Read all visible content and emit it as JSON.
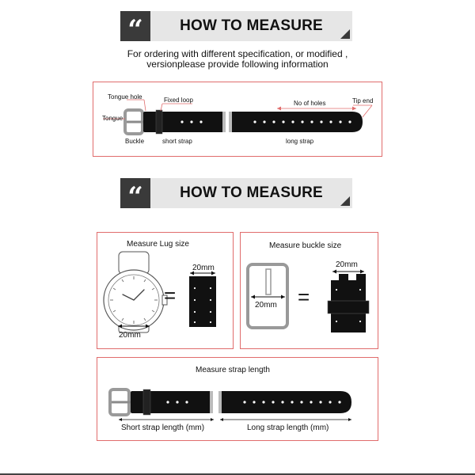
{
  "sections": [
    {
      "quote_glyph": "“",
      "title": "HOW TO MEASURE"
    },
    {
      "quote_glyph": "“",
      "title": "HOW TO MEASURE"
    }
  ],
  "intro": {
    "line1": "For ordering with different specification, or modified ,",
    "line2": "versionplease provide following information"
  },
  "anatomy": {
    "tongue_hole": "Tongue hole",
    "fixed_loop": "Fixed loop",
    "tongue": "Tongue",
    "buckle": "Buckle",
    "short_strap": "short strap",
    "no_of_holes": "No of holes",
    "tip_end": "Tip end",
    "long_strap": "long strap"
  },
  "lug": {
    "title": "Measure Lug size",
    "width_label": "20mm",
    "bottom_label": "20mm",
    "equals": "="
  },
  "buckle_size": {
    "title": "Measure buckle size",
    "width_label": "20mm",
    "inner_label": "20mm",
    "equals": "="
  },
  "strap_length": {
    "title": "Measure strap length",
    "short_label": "Short strap length (mm)",
    "long_label": "Long strap length (mm)"
  },
  "colors": {
    "accent_border": "#e06c6c",
    "dark": "#3a3a3a",
    "banner_bg": "#e6e6e6"
  }
}
